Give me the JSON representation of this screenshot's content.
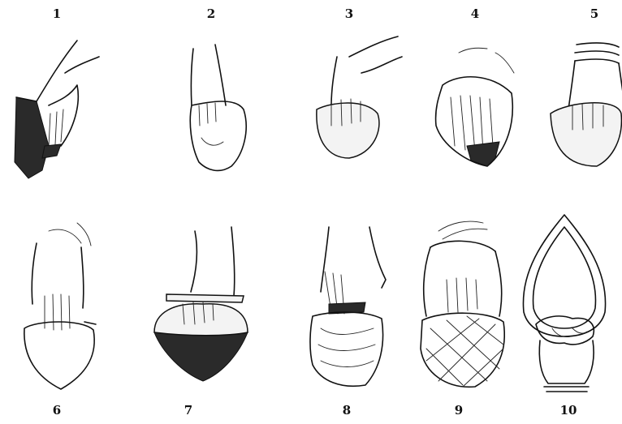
{
  "plate": {
    "figures": [
      {
        "number": "1"
      },
      {
        "number": "2"
      },
      {
        "number": "3"
      },
      {
        "number": "4"
      },
      {
        "number": "5"
      },
      {
        "number": "6"
      },
      {
        "number": "7"
      },
      {
        "number": "8"
      },
      {
        "number": "9"
      },
      {
        "number": "10"
      }
    ]
  }
}
